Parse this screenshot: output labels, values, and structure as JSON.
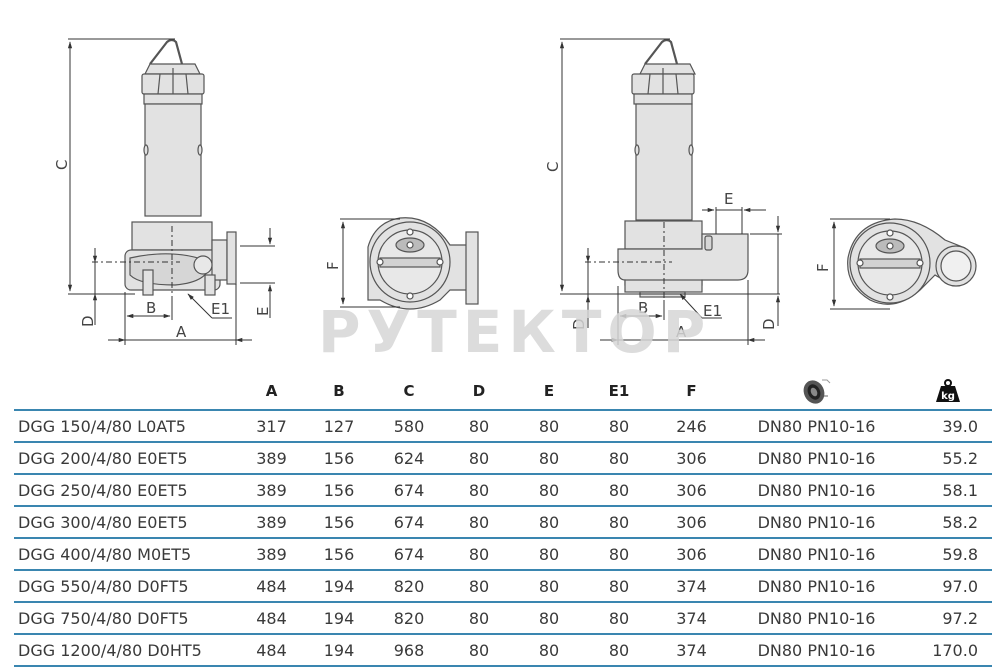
{
  "watermark": "РУТЕКТОР",
  "drawings": {
    "left_side_view": {
      "labels": {
        "C": "C",
        "D": "D",
        "B": "B",
        "A": "A",
        "E": "E",
        "E1": "E1"
      }
    },
    "left_top_view": {
      "labels": {
        "F": "F"
      }
    },
    "right_side_view": {
      "labels": {
        "C": "C",
        "D_left": "D",
        "D_right": "D",
        "B": "B",
        "A": "A",
        "E": "E",
        "E1": "E1"
      }
    },
    "right_top_view": {
      "labels": {
        "F": "F"
      }
    }
  },
  "table": {
    "headers": {
      "model": "",
      "A": "A",
      "B": "B",
      "C": "C",
      "D": "D",
      "E": "E",
      "E1": "E1",
      "F": "F",
      "flange_icon": "flange-icon",
      "weight_icon": "weight-kg-icon",
      "weight_icon_text": "kg"
    },
    "rows": [
      {
        "model": "DGG 150/4/80 L0AT5",
        "A": "317",
        "B": "127",
        "C": "580",
        "D": "80",
        "E": "80",
        "E1": "80",
        "F": "246",
        "flange": "DN80 PN10-16",
        "weight": "39.0"
      },
      {
        "model": "DGG 200/4/80 E0ET5",
        "A": "389",
        "B": "156",
        "C": "624",
        "D": "80",
        "E": "80",
        "E1": "80",
        "F": "306",
        "flange": "DN80 PN10-16",
        "weight": "55.2"
      },
      {
        "model": "DGG 250/4/80 E0ET5",
        "A": "389",
        "B": "156",
        "C": "674",
        "D": "80",
        "E": "80",
        "E1": "80",
        "F": "306",
        "flange": "DN80 PN10-16",
        "weight": "58.1"
      },
      {
        "model": "DGG 300/4/80 E0ET5",
        "A": "389",
        "B": "156",
        "C": "674",
        "D": "80",
        "E": "80",
        "E1": "80",
        "F": "306",
        "flange": "DN80 PN10-16",
        "weight": "58.2"
      },
      {
        "model": "DGG 400/4/80 M0ET5",
        "A": "389",
        "B": "156",
        "C": "674",
        "D": "80",
        "E": "80",
        "E1": "80",
        "F": "306",
        "flange": "DN80 PN10-16",
        "weight": "59.8"
      },
      {
        "model": "DGG 550/4/80 D0FT5",
        "A": "484",
        "B": "194",
        "C": "820",
        "D": "80",
        "E": "80",
        "E1": "80",
        "F": "374",
        "flange": "DN80 PN10-16",
        "weight": "97.0"
      },
      {
        "model": "DGG 750/4/80 D0FT5",
        "A": "484",
        "B": "194",
        "C": "820",
        "D": "80",
        "E": "80",
        "E1": "80",
        "F": "374",
        "flange": "DN80 PN10-16",
        "weight": "97.2"
      },
      {
        "model": "DGG 1200/4/80 D0HT5",
        "A": "484",
        "B": "194",
        "C": "968",
        "D": "80",
        "E": "80",
        "E1": "80",
        "F": "374",
        "flange": "DN80 PN10-16",
        "weight": "170.0"
      }
    ]
  },
  "colors": {
    "row_divider": "#3a86b0",
    "pump_fill": "#e2e2e2",
    "pump_stroke": "#555555",
    "dimension_line": "#333333",
    "watermark": "#d6d6d6"
  }
}
